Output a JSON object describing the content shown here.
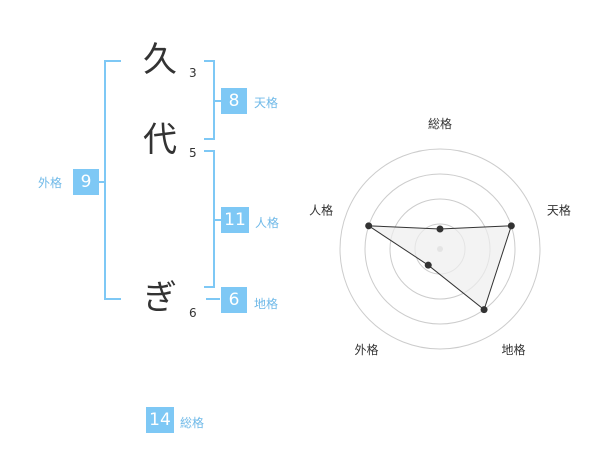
{
  "name": {
    "characters": [
      {
        "char": "久",
        "strokes": "3"
      },
      {
        "char": "代",
        "strokes": "5"
      },
      {
        "char": "ぎ",
        "strokes": "6"
      }
    ]
  },
  "fortunes": {
    "tenkaku": {
      "label": "天格",
      "value": "8"
    },
    "jinkaku": {
      "label": "人格",
      "value": "11"
    },
    "chikaku": {
      "label": "地格",
      "value": "6"
    },
    "gaikaku": {
      "label": "外格",
      "value": "9"
    },
    "soukaku": {
      "label": "総格",
      "value": "14"
    }
  },
  "radar": {
    "axes": [
      "総格",
      "天格",
      "地格",
      "外格",
      "人格"
    ],
    "levels": 4,
    "values": [
      0.2,
      0.75,
      0.75,
      0.2,
      0.75
    ],
    "fill_color": "#eeeeee",
    "line_color": "#333333",
    "grid_color": "#cccccc",
    "center_color": "#cccccc"
  },
  "colors": {
    "accent": "#7ec8f5",
    "accent_text": "#6fb9e8",
    "text": "#333333"
  }
}
